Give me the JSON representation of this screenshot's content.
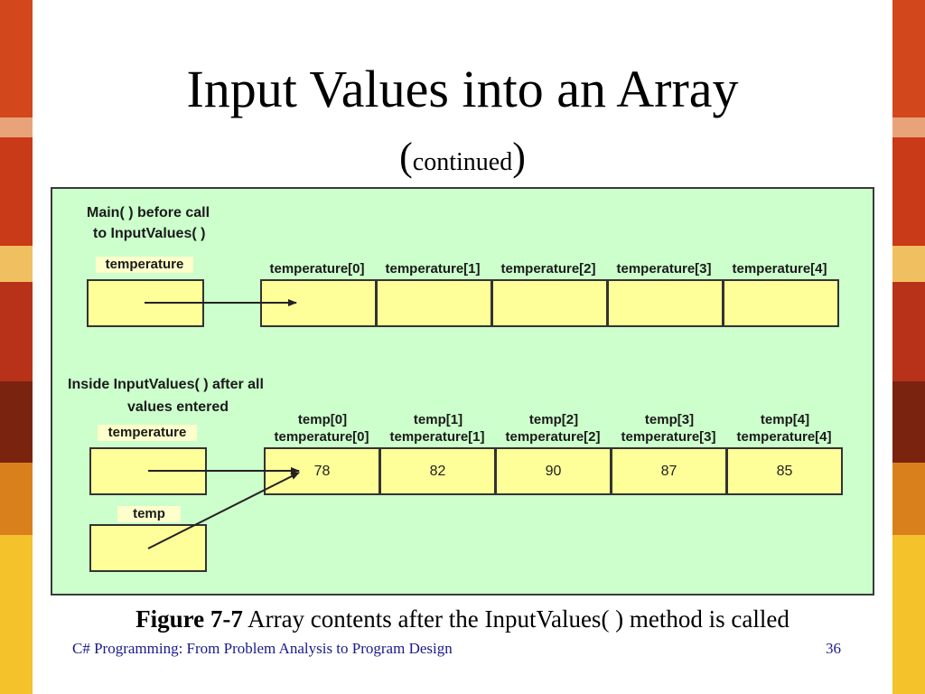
{
  "slide": {
    "title_line1": "Input Values into an Array",
    "title_paren_open": "(",
    "title_continued": "continued",
    "title_paren_close": ")"
  },
  "diagram": {
    "section1": {
      "heading_line1": "Main( ) before call",
      "heading_line2": "to InputValues( )",
      "ref_label": "temperature",
      "headers": [
        "temperature[0]",
        "temperature[1]",
        "temperature[2]",
        "temperature[3]",
        "temperature[4]"
      ]
    },
    "section2": {
      "heading_line1": "Inside InputValues( ) after all",
      "heading_line2": "values entered",
      "ref_label": "temperature",
      "temp_label": "temp",
      "headers_top": [
        "temp[0]",
        "temp[1]",
        "temp[2]",
        "temp[3]",
        "temp[4]"
      ],
      "headers_bottom": [
        "temperature[0]",
        "temperature[1]",
        "temperature[2]",
        "temperature[3]",
        "temperature[4]"
      ],
      "values": [
        "78",
        "82",
        "90",
        "87",
        "85"
      ]
    },
    "colors": {
      "background": "#ccffcc",
      "cell_fill": "#ffff99",
      "label_fill": "#ffffcc"
    }
  },
  "caption": {
    "figure_label": "Figure 7-7",
    "text": " Array contents after the InputValues( ) method is called"
  },
  "footer": {
    "book": "C# Programming: From Problem Analysis to Program Design",
    "page_number": "36"
  }
}
